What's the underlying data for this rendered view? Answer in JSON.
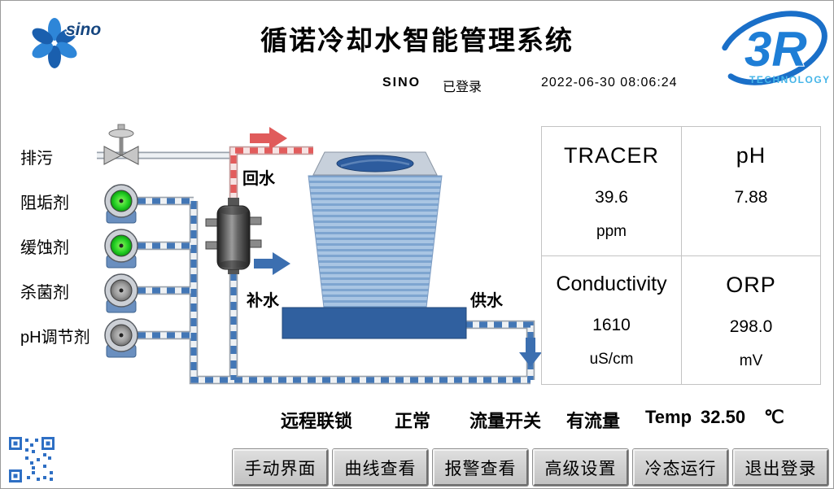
{
  "header": {
    "title": "循诺冷却水智能管理系统",
    "sino_logo_text": "sino",
    "r3_logo_text": "3R",
    "r3_logo_subtext": "TECHNOLOGY"
  },
  "session": {
    "user": "SINO",
    "login_status": "已登录",
    "datetime": "2022-06-30 08:06:24"
  },
  "dosing": {
    "blowdown_label": "排污",
    "pumps": [
      {
        "label": "阻垢剂",
        "state": "running"
      },
      {
        "label": "缓蚀剂",
        "state": "running"
      },
      {
        "label": "杀菌剂",
        "state": "stopped"
      },
      {
        "label": "pH调节剂",
        "state": "stopped"
      }
    ]
  },
  "diagram": {
    "return_water_label": "回水",
    "makeup_water_label": "补水",
    "supply_water_label": "供水"
  },
  "measurements": [
    {
      "name": "TRACER",
      "value": "39.6",
      "unit": "ppm"
    },
    {
      "name": "pH",
      "value": "7.88",
      "unit": ""
    },
    {
      "name": "Conductivity",
      "value": "1610",
      "unit": "uS/cm"
    },
    {
      "name": "ORP",
      "value": "298.0",
      "unit": "mV"
    }
  ],
  "status_row": {
    "interlock_label": "远程联锁",
    "interlock_value": "正常",
    "flow_label": "流量开关",
    "flow_value": "有流量",
    "temp_label": "Temp",
    "temp_value": "32.50",
    "temp_unit": "℃"
  },
  "buttons": [
    "手动界面",
    "曲线查看",
    "报警查看",
    "高级设置",
    "冷态运行",
    "退出登录"
  ],
  "colors": {
    "pump_running": "#22cc22",
    "pump_stopped": "#9a9a9a",
    "hot_pipe": "#e25c5c",
    "cold_pipe": "#4377b6",
    "logo_blue": "#1e7ed6"
  }
}
